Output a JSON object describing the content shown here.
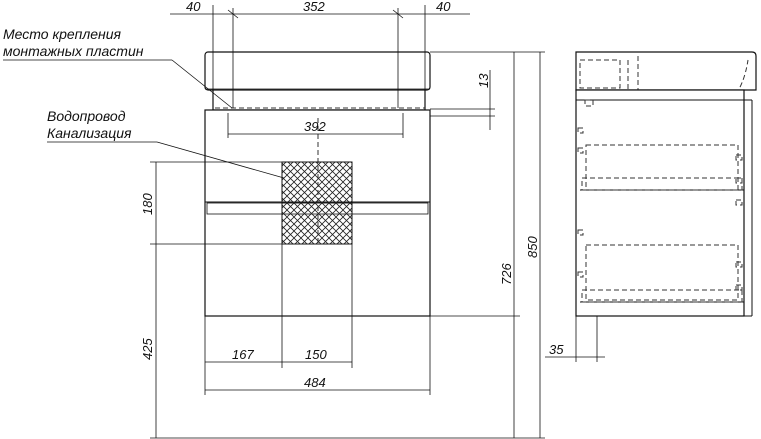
{
  "annotations": {
    "mounting_plates_line1": "Место крепления",
    "mounting_plates_line2": "монтажных пластин",
    "plumbing_line1": "Водопровод",
    "plumbing_line2": "Канализация"
  },
  "dimensions": {
    "top_left_margin": "40",
    "top_plate_spacing": "352",
    "top_right_margin": "40",
    "plate_offset": "13",
    "plate_width": "392",
    "pipe_zone_height": "180",
    "base_height": "425",
    "left_offset": "167",
    "pipe_zone_width": "150",
    "cabinet_width": "484",
    "cabinet_height": "726",
    "total_height": "850",
    "wall_gap": "35"
  }
}
